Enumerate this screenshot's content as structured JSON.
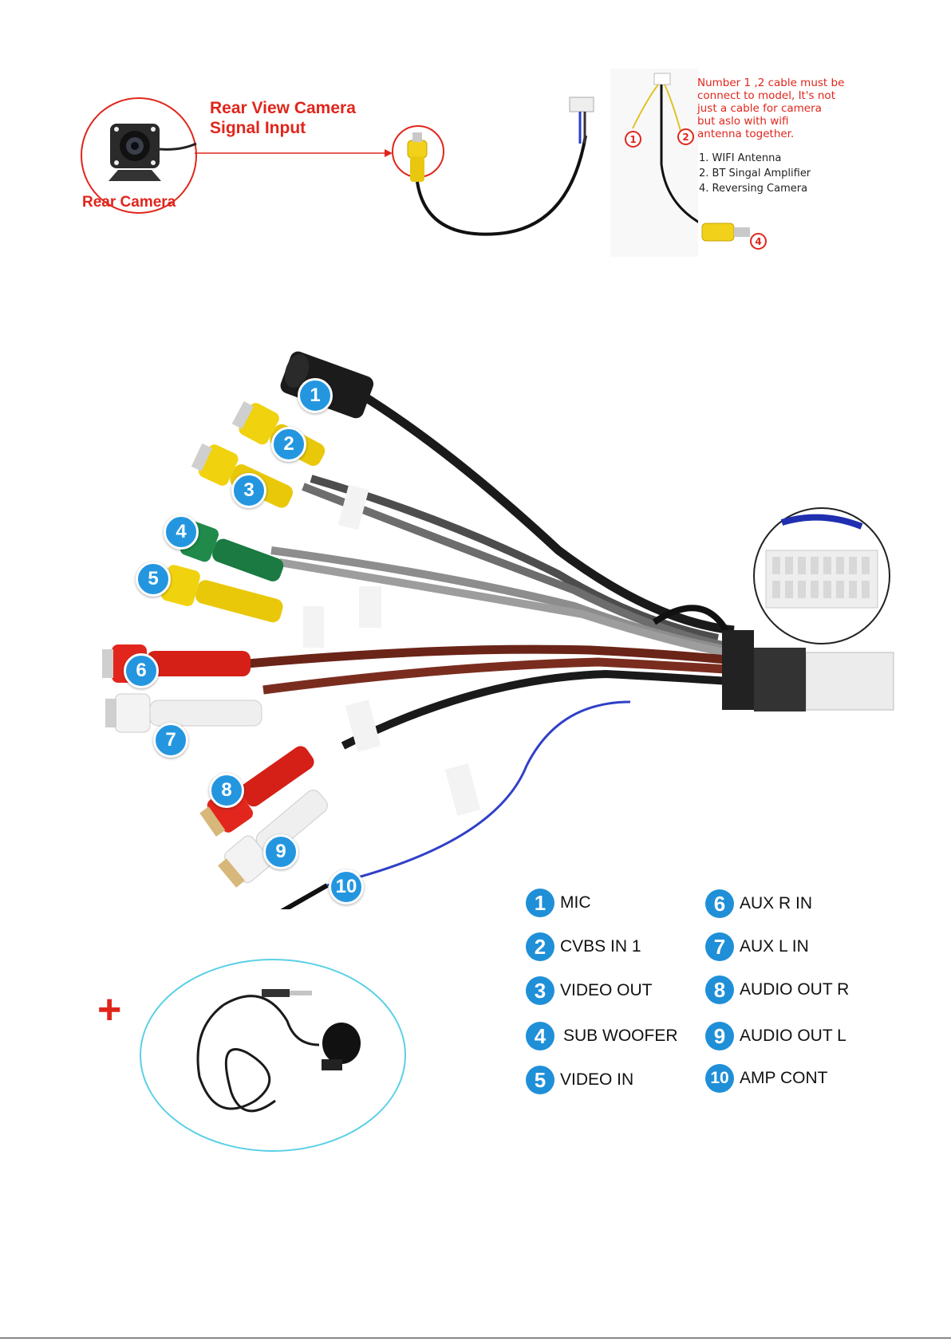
{
  "top": {
    "camera_label": "Rear Camera",
    "signal_title_line1": "Rear View Camera",
    "signal_title_line2": "Signal Input",
    "note_lines": [
      "Number 1 ,2 cable must be",
      "connect to model, It's not",
      "just a cable for camera",
      "but aslo with wifi",
      "antenna together."
    ],
    "list": [
      "1. WIFI Antenna",
      "2. BT Singal Amplifier",
      "4. Reversing Camera"
    ],
    "wire_numbers": [
      "1",
      "2",
      "4"
    ]
  },
  "harness": {
    "badges": [
      "1",
      "2",
      "3",
      "4",
      "5",
      "6",
      "7",
      "8",
      "9",
      "10"
    ]
  },
  "legend": {
    "left": [
      {
        "num": "1",
        "label": "MIC"
      },
      {
        "num": "2",
        "label": "CVBS IN 1"
      },
      {
        "num": "3",
        "label": "VIDEO OUT"
      },
      {
        "num": "4",
        "label": "SUB WOOFER"
      },
      {
        "num": "5",
        "label": "VIDEO IN"
      }
    ],
    "right": [
      {
        "num": "6",
        "label": "AUX R IN"
      },
      {
        "num": "7",
        "label": "AUX L IN"
      },
      {
        "num": "8",
        "label": "AUDIO OUT R"
      },
      {
        "num": "9",
        "label": "AUDIO OUT L"
      },
      {
        "num": "10",
        "label": "AMP CONT"
      }
    ]
  },
  "extra": {
    "plus_sign": "+"
  },
  "colors": {
    "accent_red": "#e0261c",
    "badge_blue": "#2496e0",
    "mic_circle": "#59d0e6"
  }
}
